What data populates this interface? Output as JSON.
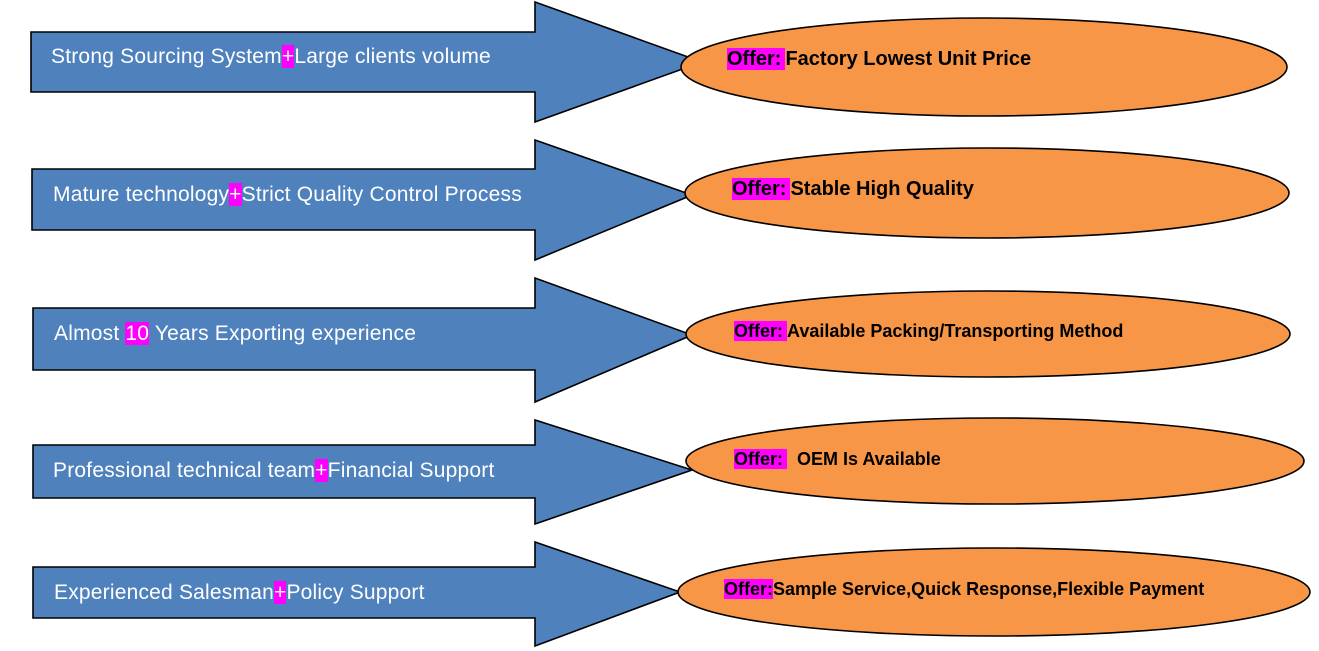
{
  "colors": {
    "arrow_fill": "#4f81bd",
    "ellipse_fill": "#f79646",
    "highlight": "#ff00ff",
    "outline": "#000000"
  },
  "rows": [
    {
      "source": {
        "before": "Strong Sourcing System",
        "highlight": "+",
        "after": "Large clients volume"
      },
      "offer": {
        "prefix": "Offer:",
        "text": "Factory Lowest Unit Price"
      }
    },
    {
      "source": {
        "before": "Mature technology",
        "highlight": "+",
        "after": "Strict Quality Control Process"
      },
      "offer": {
        "prefix": "Offer:",
        "text": "Stable High Quality"
      }
    },
    {
      "source": {
        "before": "Almost ",
        "highlight": "10",
        "after": " Years Exporting experience"
      },
      "offer": {
        "prefix": "Offer:",
        "text": "Available Packing/Transporting Method"
      }
    },
    {
      "source": {
        "before": "Professional technical team",
        "highlight": "+",
        "after": "Financial Support"
      },
      "offer": {
        "prefix": "Offer:",
        "text": "  OEM Is Available"
      }
    },
    {
      "source": {
        "before": "Experienced Salesman",
        "highlight": "+",
        "after": "Policy Support"
      },
      "offer": {
        "prefix": "Offer:",
        "text": "Sample Service,Quick Response,Flexible Payment"
      }
    }
  ]
}
